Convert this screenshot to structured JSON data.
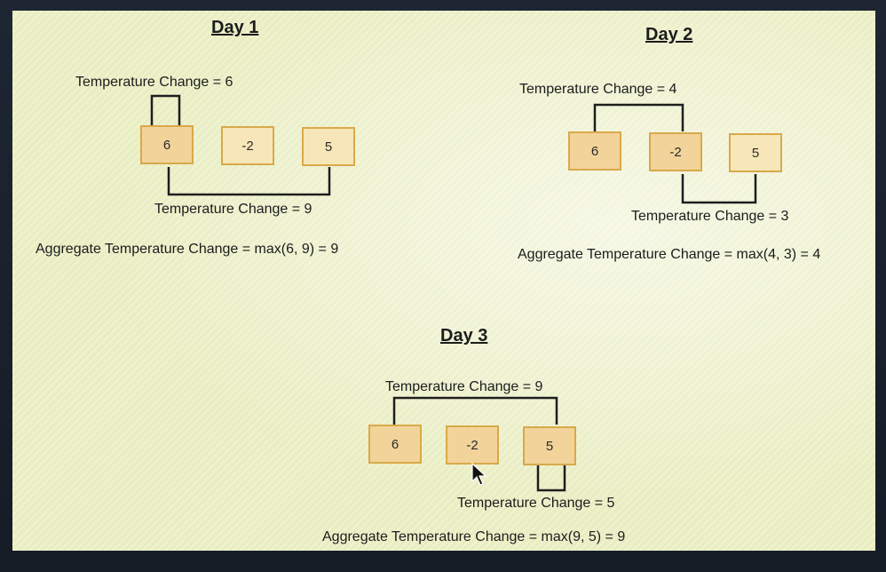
{
  "day1": {
    "title": "Day 1",
    "top_label": "Temperature Change = 6",
    "bottom_label": "Temperature Change = 9",
    "aggregate": "Aggregate Temperature Change = max(6, 9) = 9",
    "values": [
      "6",
      "-2",
      "5"
    ]
  },
  "day2": {
    "title": "Day 2",
    "top_label": "Temperature Change = 4",
    "bottom_label": "Temperature Change = 3",
    "aggregate": "Aggregate Temperature Change = max(4, 3) = 4",
    "values": [
      "6",
      "-2",
      "5"
    ]
  },
  "day3": {
    "title": "Day 3",
    "top_label": "Temperature Change = 9",
    "bottom_label": "Temperature Change = 5",
    "aggregate": "Aggregate Temperature Change = max(9, 5) = 9",
    "values": [
      "6",
      "-2",
      "5"
    ]
  },
  "colors": {
    "box_fill": "#f2d39a",
    "box_border": "#d9a94a",
    "line": "#1e1e1e"
  }
}
